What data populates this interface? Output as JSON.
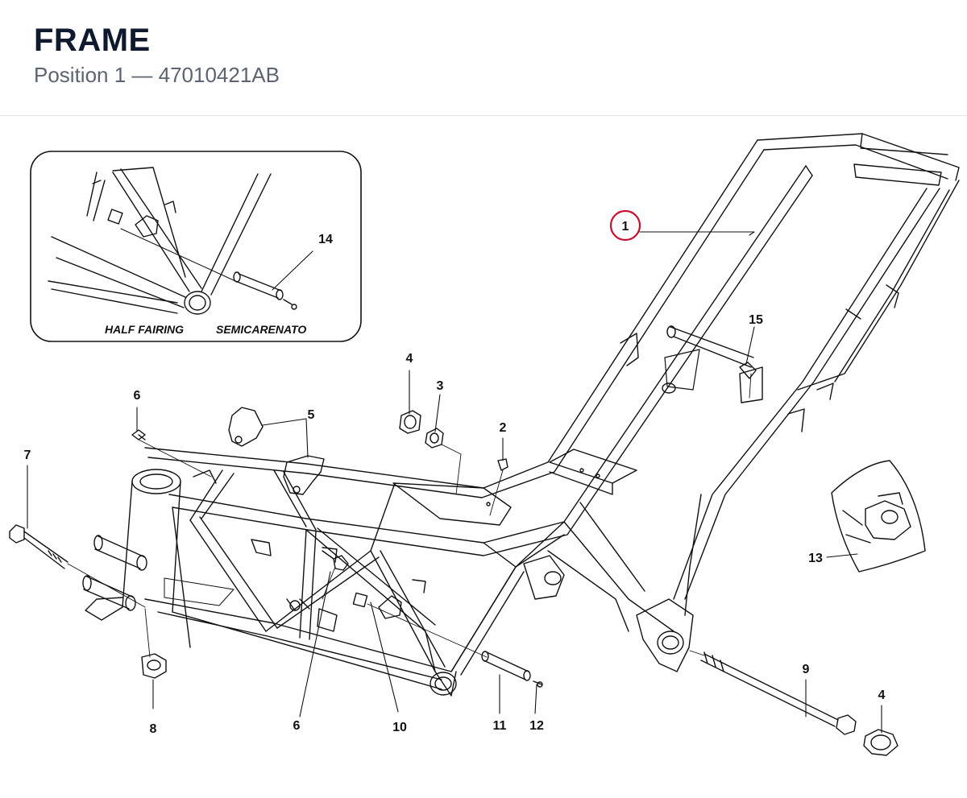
{
  "header": {
    "title": "FRAME",
    "subtitle": "Position 1 — 47010421AB"
  },
  "inset": {
    "caption_left": "HALF FAIRING",
    "caption_right": "SEMICARENATO"
  },
  "callouts": {
    "c1": "1",
    "c2": "2",
    "c3": "3",
    "c4a": "4",
    "c4b": "4",
    "c5": "5",
    "c6a": "6",
    "c6b": "6",
    "c7": "7",
    "c8": "8",
    "c9": "9",
    "c10": "10",
    "c11": "11",
    "c12": "12",
    "c13": "13",
    "c14": "14",
    "c15": "15"
  },
  "colors": {
    "highlight": "#c8102e",
    "line": "#111111"
  }
}
